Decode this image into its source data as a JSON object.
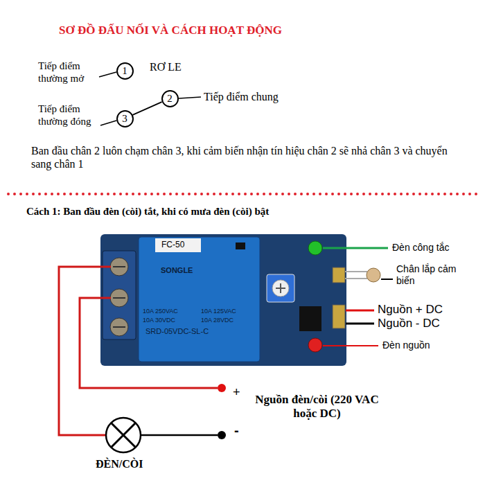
{
  "diagram": {
    "title": "SƠ ĐỒ ĐẤU NỐI VÀ CÁCH HOẠT ĐỘNG",
    "nodes": [
      {
        "text": [
          "1"
        ]
      },
      {
        "text": [
          "2"
        ]
      },
      {
        "text": [
          "3"
        ]
      }
    ],
    "edges": [
      {
        "from": 1,
        "to": 2,
        "arrow": "none"
      }
    ],
    "labels": [
      "Tiếp điểm thường mở",
      "RƠ LE",
      "Tiếp điểm chung",
      "Tiếp điểm thường đóng",
      "Ban đầu chân 2 luôn chạm chân 3, khi cảm biến nhận tín hiệu chân 2 sẽ nhả chân 3 và chuyển sang chân 1",
      "Cách 1: Ban đầu đèn (còi) tắt, khi có mưa đèn (còi) bật",
      "FC-50",
      "SONGLE",
      "10A 250VAC",
      "10A 125VAC",
      "10A 30VDC",
      "10A 28VDC",
      "SRD-05VDC-SL-C",
      "Đèn công tắc",
      "Chân lắp cảm biến",
      "Nguồn + DC",
      "Nguồn - DC",
      "Đèn nguồn",
      "+",
      "-",
      "Nguồn đèn/còi (220 VAC hoặc DC)",
      "ĐÈN/CÒI"
    ]
  }
}
